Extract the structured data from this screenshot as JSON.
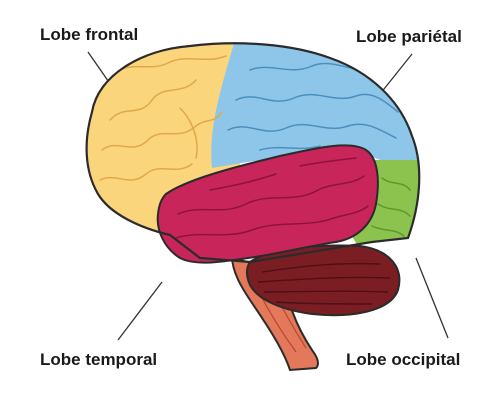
{
  "labels": {
    "frontal": "Lobe frontal",
    "parietal": "Lobe pariétal",
    "temporal": "Lobe temporal",
    "occipital": "Lobe occipital"
  },
  "colors": {
    "frontal": "#fbd57c",
    "parietal": "#8ec6ea",
    "temporal": "#c8265a",
    "occipital": "#8cc24e",
    "cerebellum": "#7a1e24",
    "brainstem": "#e4785a",
    "outline": "#2b2b2b"
  }
}
